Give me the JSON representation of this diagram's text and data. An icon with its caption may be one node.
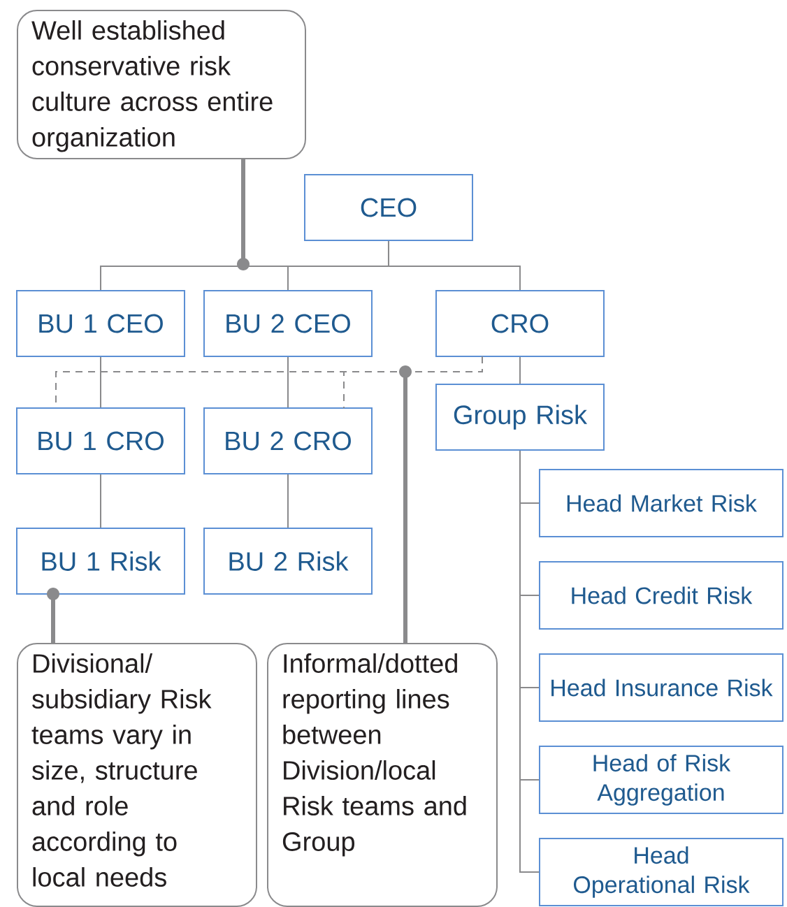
{
  "diagram": {
    "nodes": [
      {
        "text": [
          "Well established conservative risk culture across entire organization"
        ]
      },
      {
        "text": [
          "CEO"
        ]
      },
      {
        "text": [
          "BU 1 CEO"
        ]
      },
      {
        "text": [
          "BU 2 CEO"
        ]
      },
      {
        "text": [
          "CRO"
        ]
      },
      {
        "text": [
          "BU 1 CRO"
        ]
      },
      {
        "text": [
          "BU 2 CRO"
        ]
      },
      {
        "text": [
          "Group Risk"
        ]
      },
      {
        "text": [
          "BU 1 Risk"
        ]
      },
      {
        "text": [
          "BU 2 Risk"
        ]
      },
      {
        "text": [
          "Head Market Risk"
        ]
      },
      {
        "text": [
          "Head Credit Risk"
        ]
      },
      {
        "text": [
          "Head Insurance Risk"
        ]
      },
      {
        "text": [
          "Head of Risk Aggregation"
        ]
      },
      {
        "text": [
          "Head Operational Risk"
        ]
      },
      {
        "text": [
          "Divisional/ subsidiary Risk teams vary in size, structure and role according to local needs"
        ]
      },
      {
        "text": [
          "Informal/dotted reporting lines between Division/local Risk teams and Group"
        ]
      }
    ],
    "edges": [
      {
        "from": 1,
        "to": 2,
        "arrow": "none"
      },
      {
        "from": 1,
        "to": 3,
        "arrow": "none"
      },
      {
        "from": 1,
        "to": 4,
        "arrow": "none"
      },
      {
        "from": 2,
        "to": 5,
        "arrow": "none"
      },
      {
        "from": 3,
        "to": 6,
        "arrow": "none"
      },
      {
        "from": 5,
        "to": 8,
        "arrow": "none"
      },
      {
        "from": 6,
        "to": 9,
        "arrow": "none"
      },
      {
        "from": 4,
        "to": 7,
        "arrow": "none"
      },
      {
        "from": 7,
        "to": 10,
        "arrow": "none"
      },
      {
        "from": 7,
        "to": 11,
        "arrow": "none"
      },
      {
        "from": 7,
        "to": 12,
        "arrow": "none"
      },
      {
        "from": 7,
        "to": 13,
        "arrow": "none"
      },
      {
        "from": 7,
        "to": 14,
        "arrow": "none"
      },
      {
        "from": 4,
        "to": 5,
        "arrow": "none",
        "style": "dashed"
      },
      {
        "from": 4,
        "to": 6,
        "arrow": "none",
        "style": "dashed"
      },
      {
        "from": 0,
        "to": null,
        "arrow": "other",
        "style": "thick"
      },
      {
        "from": 15,
        "to": 8,
        "arrow": "other",
        "style": "thick"
      },
      {
        "from": 16,
        "to": null,
        "arrow": "other",
        "style": "thick"
      }
    ]
  }
}
